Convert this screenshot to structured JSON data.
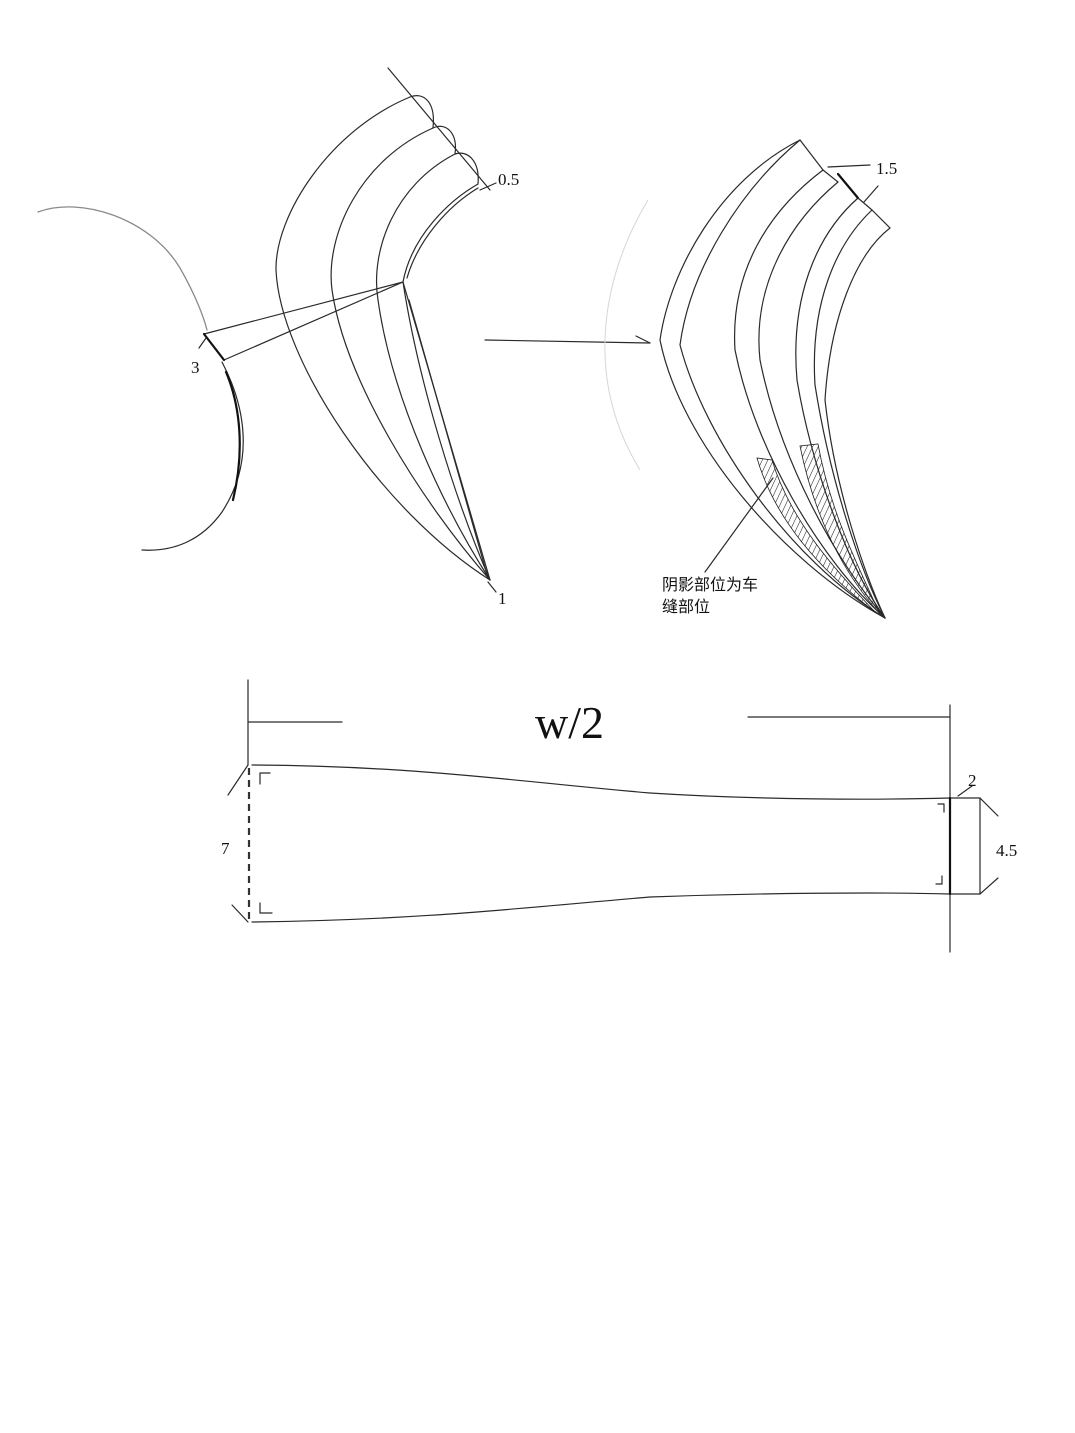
{
  "collar_pattern": {
    "left_labels": {
      "offset_0_5": "0.5",
      "offset_3": "3",
      "point_1": "1"
    },
    "right_labels": {
      "offset_1_5": "1.5",
      "note_line1": "阴影部位为车",
      "note_line2": "缝部位"
    }
  },
  "waistband_pattern": {
    "width_label": "w/2",
    "height_left": "7",
    "step_2": "2",
    "height_right": "4.5"
  }
}
